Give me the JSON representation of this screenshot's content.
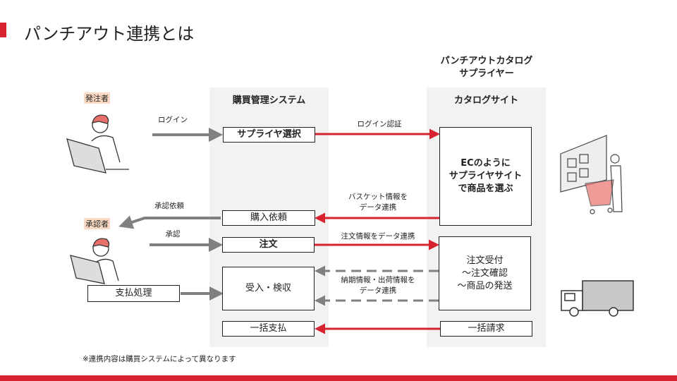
{
  "title": "パンチアウト連携とは",
  "supplier_header": [
    "パンチアウトカタログ",
    "サプライヤー"
  ],
  "columns": {
    "procurement": "購買管理システム",
    "catalog": "カタログサイト"
  },
  "roles": {
    "orderer": "発注者",
    "approver": "承認者"
  },
  "procurement_boxes": {
    "select_supplier": "サプライヤ選択",
    "purchase_request": "購入依頼",
    "order": "注文",
    "receive_inspect": "受入・検収",
    "bulk_payment": "一括支払"
  },
  "catalog_boxes": {
    "ec_select": [
      "ECのように",
      "サプライヤサイト",
      "で商品を選ぶ"
    ],
    "order_process": [
      "注文受付",
      "～注文確認",
      "～商品の発送"
    ],
    "bulk_invoice": "一括請求"
  },
  "payment_box": "支払処理",
  "arrow_labels": {
    "login": "ログイン",
    "approval_request": "承認依頼",
    "approve": "承認",
    "login_auth": "ログイン認証",
    "basket": [
      "バスケット情報を",
      "データ連携"
    ],
    "order_info": "注文情報をデータ連携",
    "delivery": [
      "納期情報・出荷情報を",
      "データ連携"
    ]
  },
  "footnote": "※連携内容は購買システムによって異なります",
  "colors": {
    "accent": "#d7232f",
    "arrow_gray": "#808080",
    "panel": "#f2f2f2",
    "role_bg": "#fbd9c4"
  }
}
